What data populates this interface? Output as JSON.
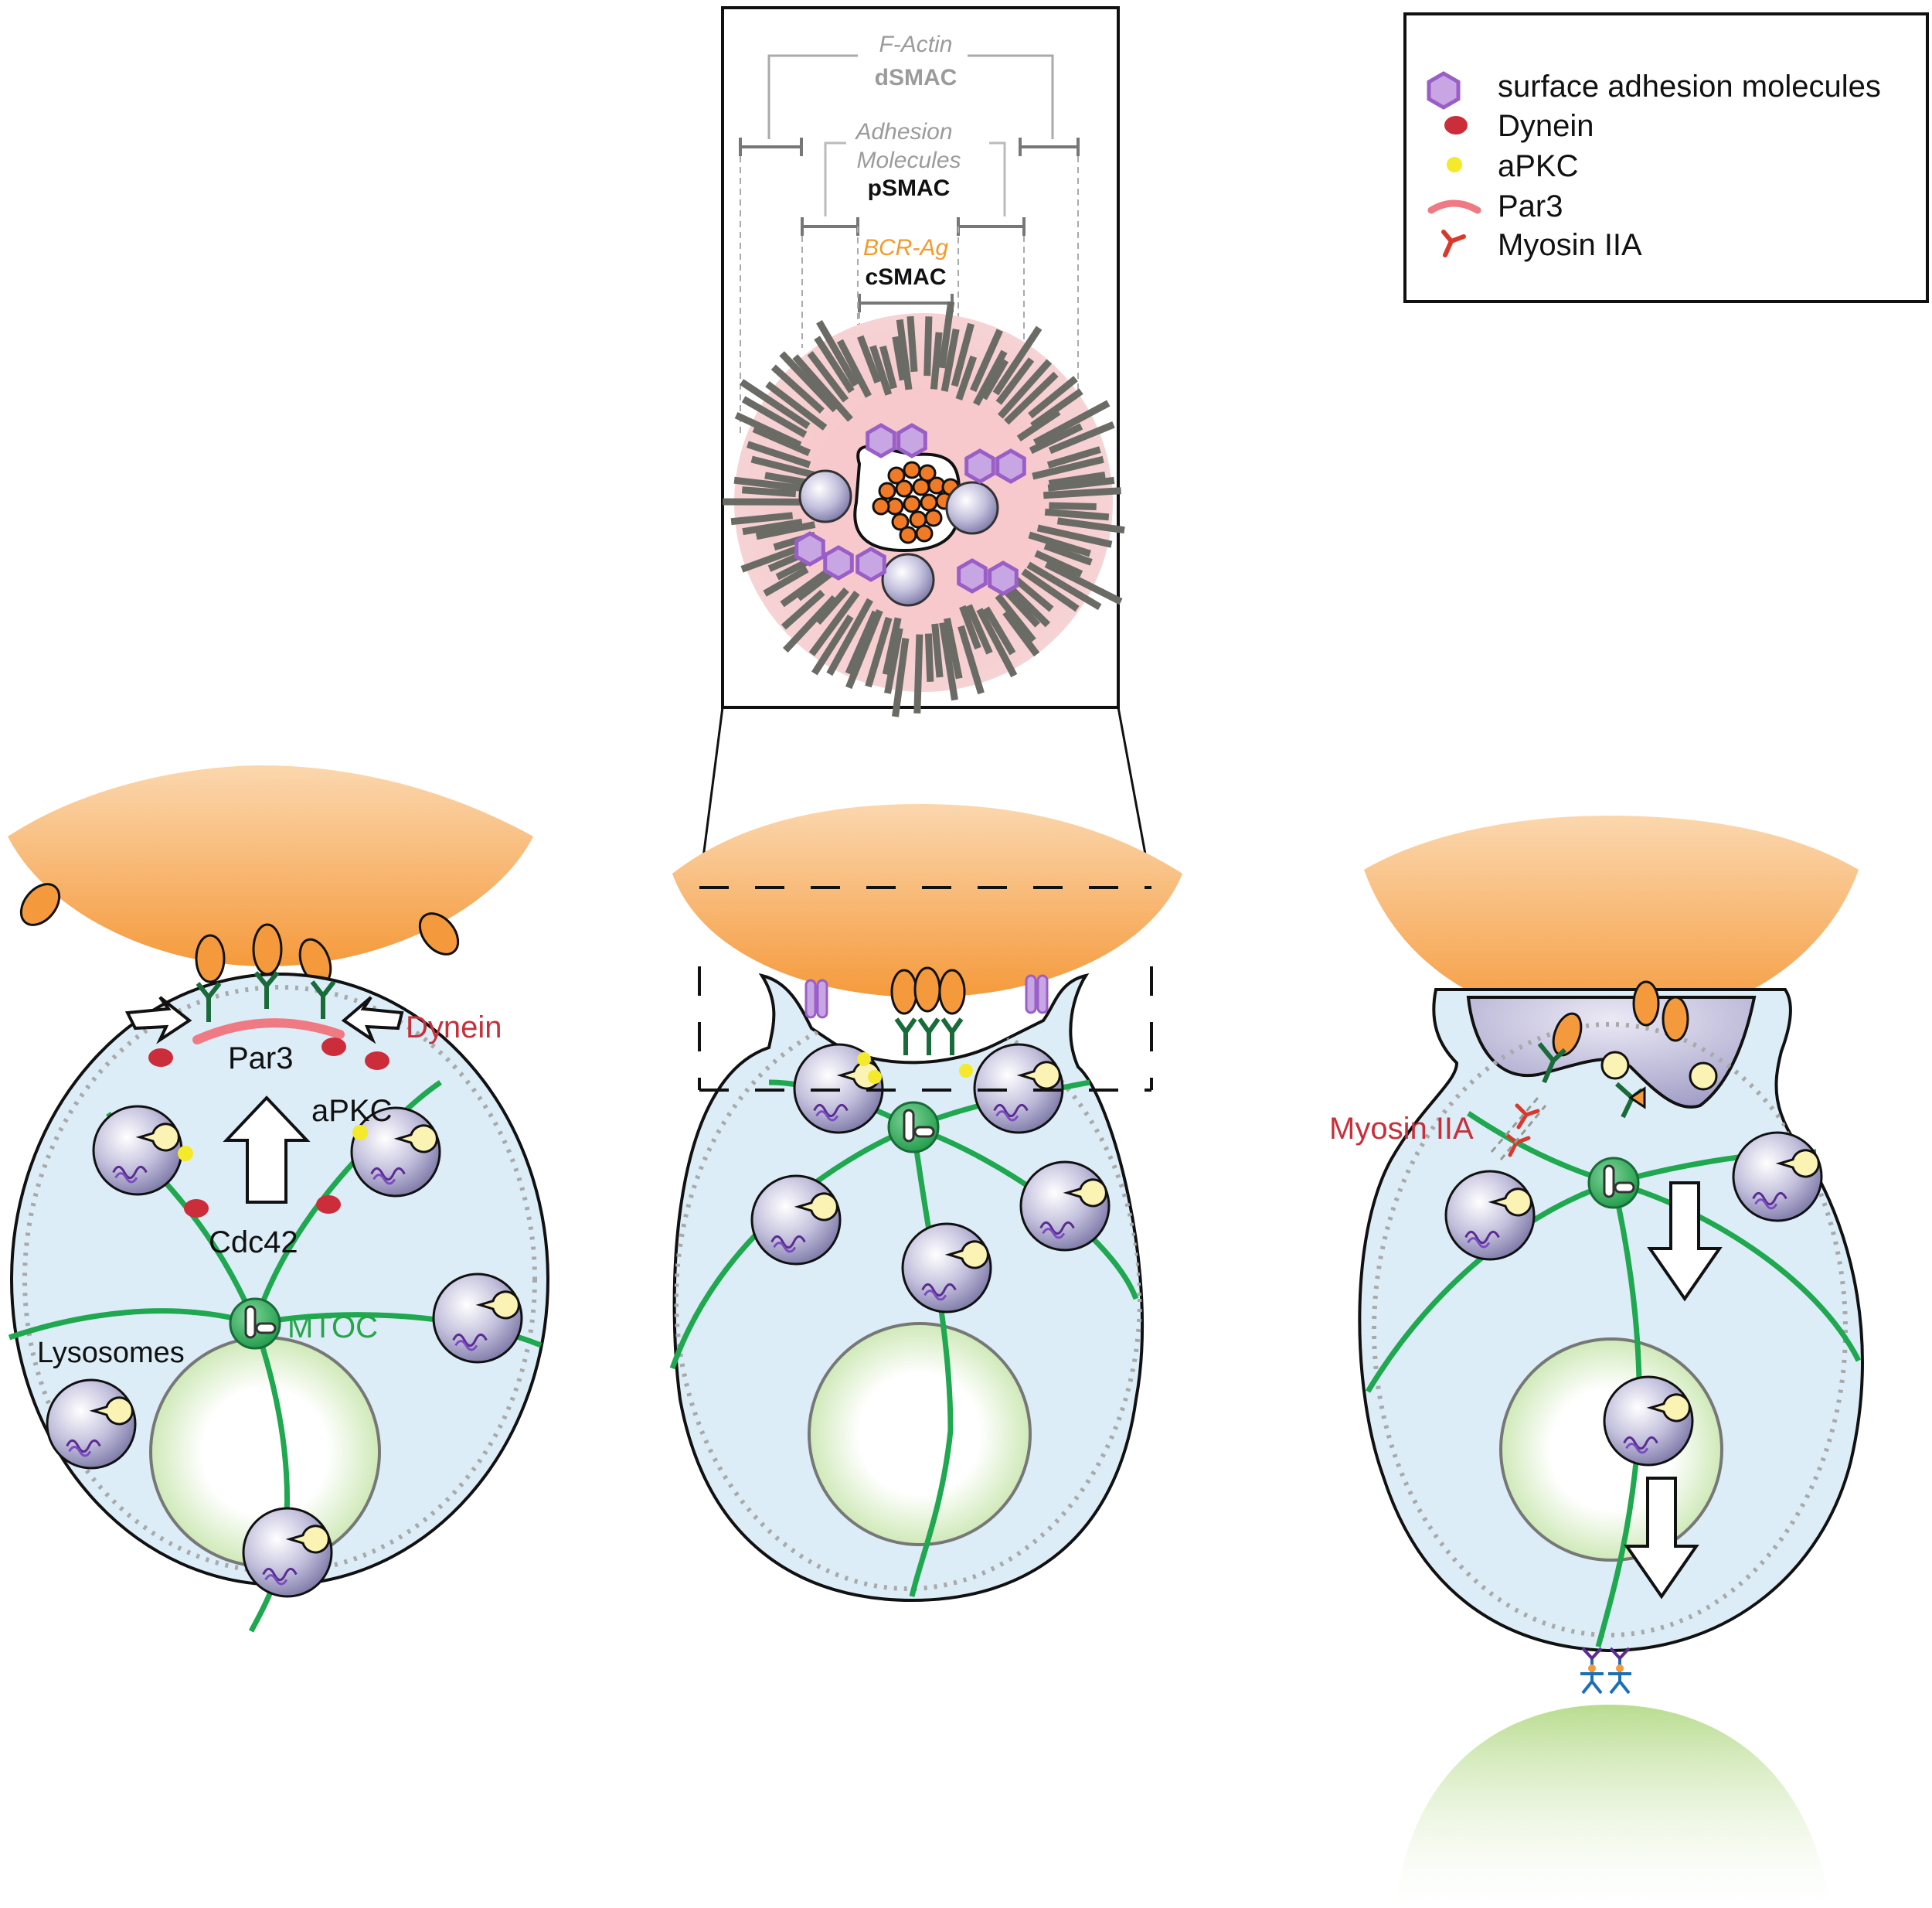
{
  "legend": {
    "items": [
      {
        "key": "adhesion",
        "label": "surface adhesion molecules"
      },
      {
        "key": "dynein",
        "label": "Dynein"
      },
      {
        "key": "apkc",
        "label": "aPKC"
      },
      {
        "key": "par3",
        "label": "Par3"
      },
      {
        "key": "myosin",
        "label": "Myosin IIA"
      }
    ]
  },
  "synapse_inset": {
    "dsmac_italic": "F-Actin",
    "dsmac": "dSMAC",
    "psmac_italic_1": "Adhesion",
    "psmac_italic_2": "Molecules",
    "psmac": "pSMAC",
    "csmac_italic": "BCR-Ag",
    "csmac": "cSMAC"
  },
  "left_cell": {
    "dynein": "Dynein",
    "par3": "Par3",
    "apkc": "aPKC",
    "cdc42": "Cdc42",
    "mtoc": "MTOC",
    "lysosomes": "Lysosomes"
  },
  "right_cell": {
    "myosin": "Myosin IIA"
  },
  "colors": {
    "cytoplasm": "#dcedf7",
    "microtubule": "#1fa84f",
    "apc_orange": "#f7a24b",
    "target_green": "#c7e3a6",
    "dynein_red": "#cc2d3a",
    "apkc_yellow": "#f4e92a",
    "par3_pink": "#ef7a83",
    "myosin_red": "#d8392b",
    "lysosome": "#b9b6d6",
    "adhesion": "#c8a6e4",
    "actin_gray": "#6b6b66",
    "label_green": "#27a54a",
    "label_red": "#c6303a",
    "label_orange": "#f39a2a"
  }
}
